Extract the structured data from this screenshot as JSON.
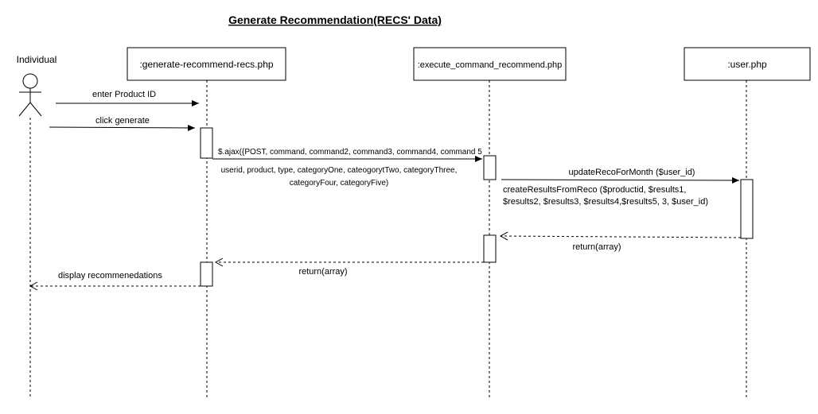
{
  "title": "Generate Recommendation(RECS' Data)",
  "actor": {
    "name": "Individual"
  },
  "participants": {
    "p1": ":generate-recommend-recs.php",
    "p2": ":execute_command_recommend.php",
    "p3": ":user.php"
  },
  "messages": {
    "m1": "enter Product ID",
    "m2": "click generate",
    "m3_line1": "$.ajax({POST, command, command2, command3, command4, command 5",
    "m3_line2": "userid, product, type, categoryOne, cateogorytTwo, categoryThree,",
    "m3_line3": "categoryFour, categoryFive)",
    "m4": "updateRecoForMonth ($user_id)",
    "m5_line1": "createResultsFromReco ($productid, $results1,",
    "m5_line2": "$results2, $results3, $results4,$results5, 3, $user_id)",
    "r1": "return(array)",
    "r2": "return(array)",
    "r3": "display recommenedations"
  }
}
